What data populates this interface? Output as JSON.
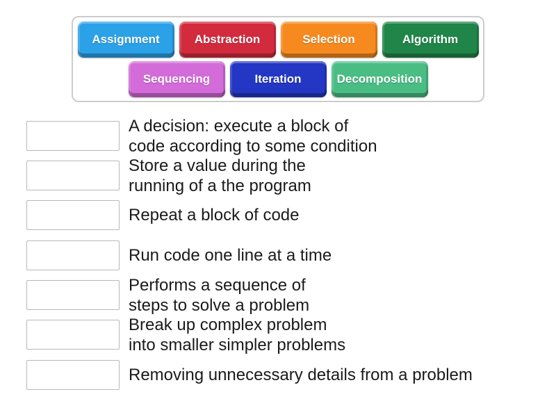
{
  "activity": {
    "kind": "match-up",
    "text_color": "#1a1a1a"
  },
  "tray": {
    "rows": [
      {
        "tiles": [
          {
            "label": "Assignment",
            "color": "#2ba1e8"
          },
          {
            "label": "Abstraction",
            "color": "#d32b3e"
          },
          {
            "label": "Selection",
            "color": "#f68a1f"
          },
          {
            "label": "Algorithm",
            "color": "#1f8548"
          }
        ]
      },
      {
        "tiles": [
          {
            "label": "Sequencing",
            "color": "#d36bd9"
          },
          {
            "label": "Iteration",
            "color": "#2336c4"
          },
          {
            "label": "Decomposition",
            "color": "#4abd84"
          }
        ]
      }
    ]
  },
  "clues": [
    {
      "lines": [
        "A decision: execute a block of",
        "code according to some condition"
      ]
    },
    {
      "lines": [
        "Store a value during the",
        "running of a the program"
      ]
    },
    {
      "lines": [
        "Repeat a block of code"
      ]
    },
    {
      "lines": [
        "Run code one line at a time"
      ]
    },
    {
      "lines": [
        "Performs a sequence of",
        "steps to solve a problem"
      ]
    },
    {
      "lines": [
        "Break up complex problem",
        "into smaller simpler problems"
      ]
    },
    {
      "lines": [
        "Removing unnecessary details from a problem"
      ]
    }
  ]
}
